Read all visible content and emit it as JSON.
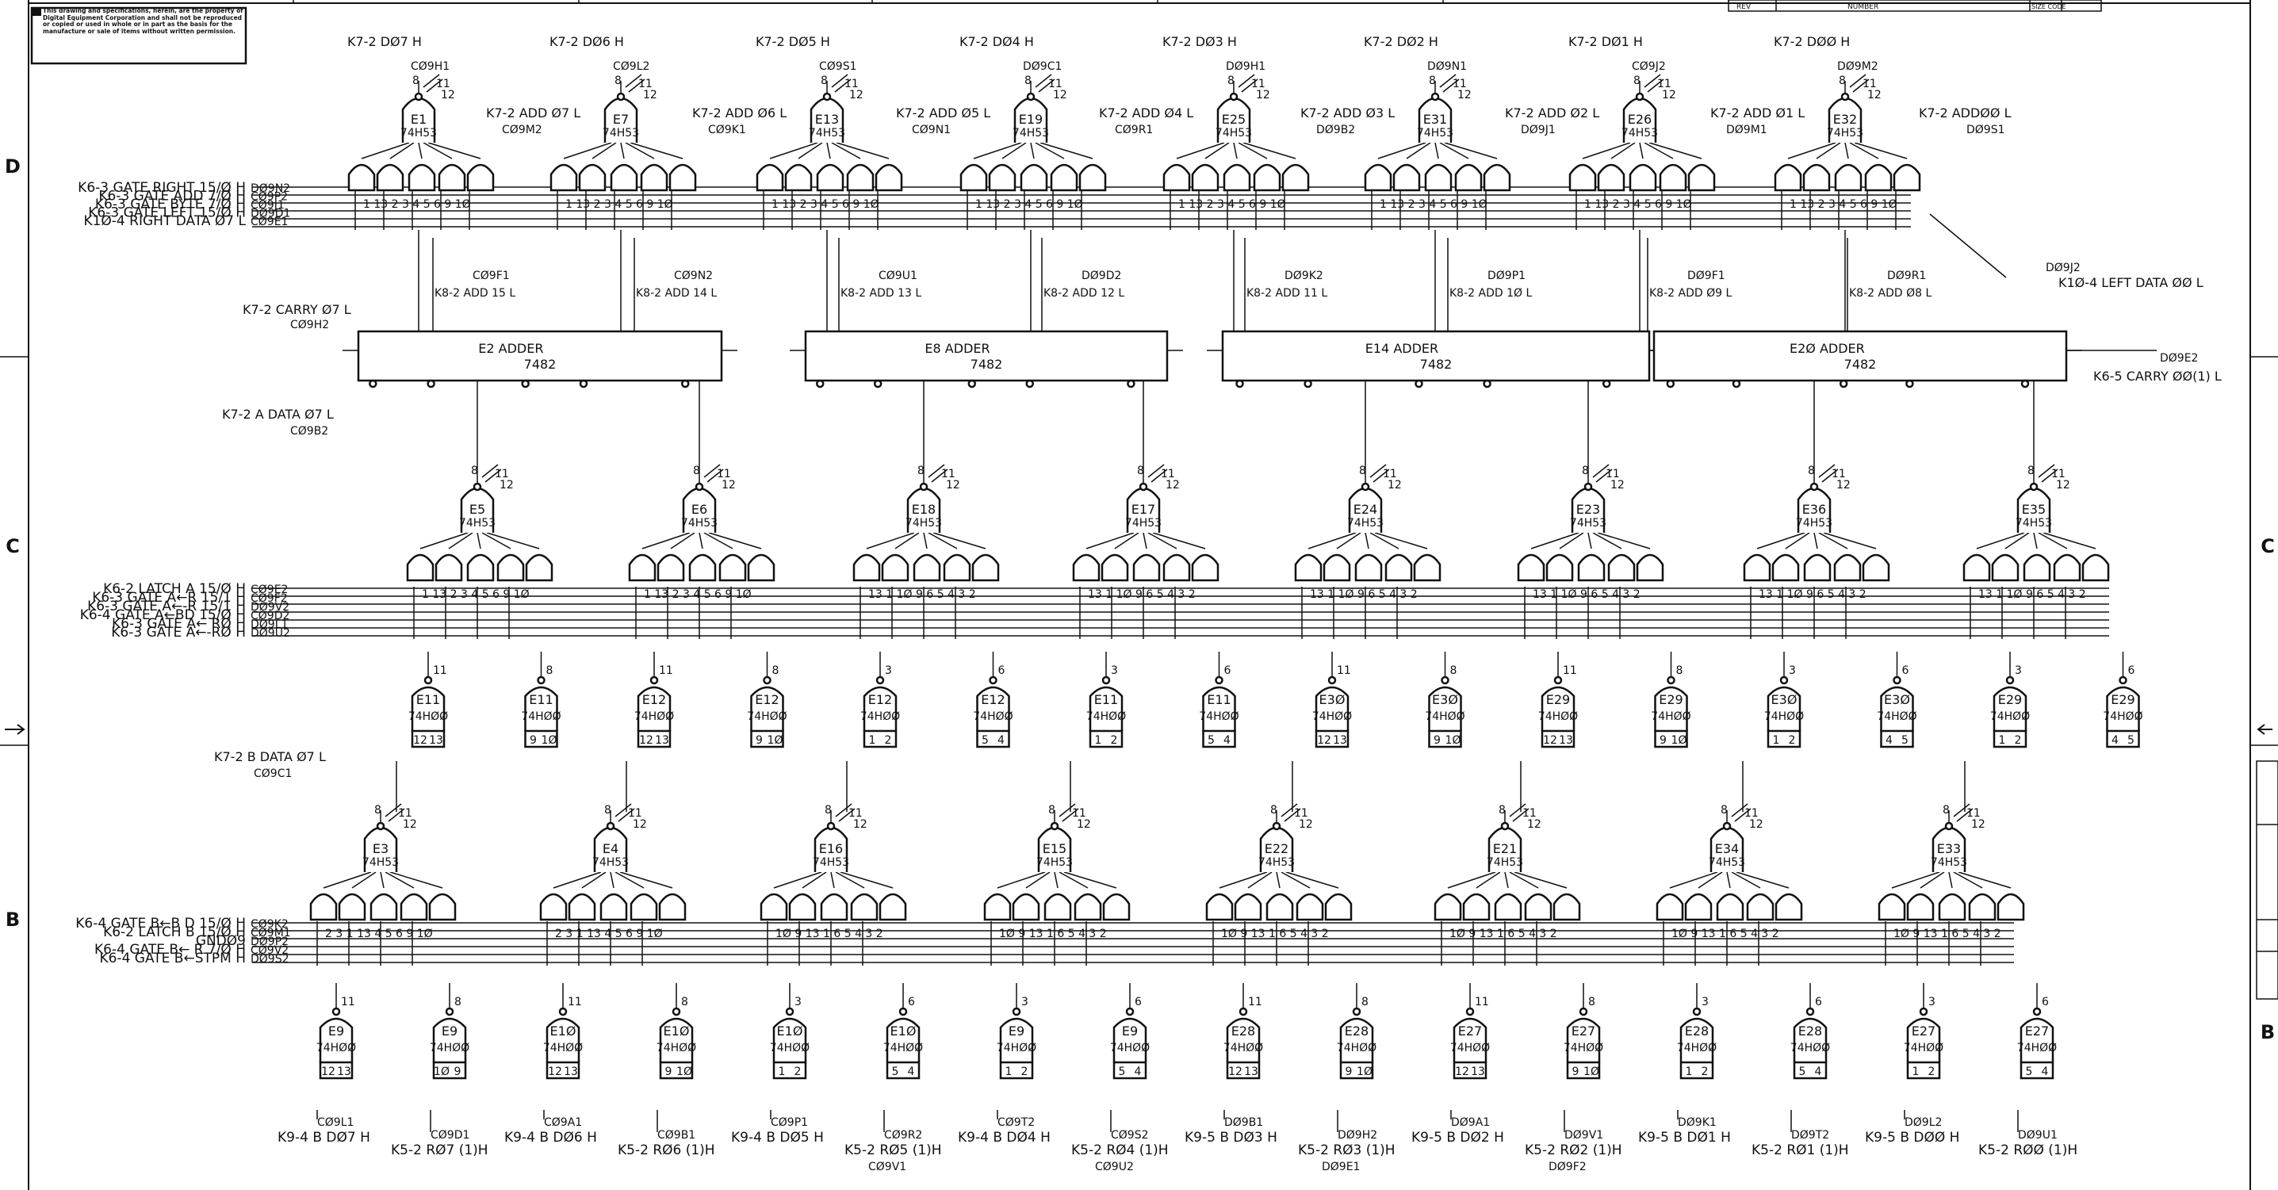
{
  "zones": {
    "d": "D",
    "c": "C",
    "b": "B"
  },
  "notice": "This drawing and specifications, herein, are the property of Digital Equipment Corporation and shall not be reproduced or copied or used in whole or in part as the basis for the manufacture or sale of items without written permission.",
  "title_block": {
    "rev": "REV",
    "number": "NUMBER",
    "size_code": "SIZE CODE"
  },
  "top_gates": [
    {
      "ref": "K7-2 DØ7 H",
      "sig": "CØ9H1",
      "name": "E1",
      "chip": "74H53",
      "add": "",
      "addsig": ""
    },
    {
      "ref": "K7-2 DØ6 H",
      "sig": "CØ9L2",
      "name": "E7",
      "chip": "74H53",
      "add": "K7-2 ADD Ø7 L",
      "addsig": "CØ9M2"
    },
    {
      "ref": "K7-2 DØ5 H",
      "sig": "CØ9S1",
      "name": "E13",
      "chip": "74H53",
      "add": "K7-2 ADD Ø6 L",
      "addsig": "CØ9K1"
    },
    {
      "ref": "K7-2 DØ4 H",
      "sig": "DØ9C1",
      "name": "E19",
      "chip": "74H53",
      "add": "K7-2 ADD Ø5 L",
      "addsig": "CØ9N1"
    },
    {
      "ref": "K7-2 DØ3 H",
      "sig": "DØ9H1",
      "name": "E25",
      "chip": "74H53",
      "add": "K7-2 ADD Ø4 L",
      "addsig": "CØ9R1"
    },
    {
      "ref": "K7-2 DØ2 H",
      "sig": "DØ9N1",
      "name": "E31",
      "chip": "74H53",
      "add": "K7-2 ADD Ø3 L",
      "addsig": "DØ9B2"
    },
    {
      "ref": "K7-2 DØ1 H",
      "sig": "CØ9J2",
      "name": "E26",
      "chip": "74H53",
      "add": "K7-2 ADD Ø2 L",
      "addsig": "DØ9J1"
    },
    {
      "ref": "K7-2 DØØ H",
      "sig": "DØ9M2",
      "name": "E32",
      "chip": "74H53",
      "add": "K7-2 ADD Ø1 L",
      "addsig": "DØ9M1"
    }
  ],
  "top_last_add": {
    "label": "K7-2 ADDØØ L",
    "sig": "DØ9S1"
  },
  "left_bus_d": [
    {
      "label": "K6-3 GATE RIGHT 15/Ø H",
      "sig": "DØ9N2"
    },
    {
      "label": "K6-3 GATE ADD 7/Ø H",
      "sig": "CØ9P2"
    },
    {
      "label": "K6-3 GATE BYTE 7/Ø H",
      "sig": "CØ9J1"
    },
    {
      "label": "K6-3 GATE LEFT 15/Ø H",
      "sig": "DØ9D1"
    },
    {
      "label": "K1Ø-4 RIGHT DATA Ø7 L",
      "sig": "CØ9E1"
    }
  ],
  "k8_adds": [
    {
      "sig": "CØ9F1",
      "label": "K8-2 ADD 15 L"
    },
    {
      "sig": "CØ9N2",
      "label": "K8-2 ADD 14 L"
    },
    {
      "sig": "CØ9U1",
      "label": "K8-2 ADD 13 L"
    },
    {
      "sig": "DØ9D2",
      "label": "K8-2 ADD 12 L"
    },
    {
      "sig": "DØ9K2",
      "label": "K8-2 ADD 11 L"
    },
    {
      "sig": "DØ9P1",
      "label": "K8-2 ADD 1Ø L"
    },
    {
      "sig": "DØ9F1",
      "label": "K8-2 ADD Ø9 L"
    },
    {
      "sig": "DØ9R1",
      "label": "K8-2 ADD Ø8 L"
    }
  ],
  "left_data_out": {
    "sig": "DØ9J2",
    "label": "K1Ø-4 LEFT DATA ØØ L"
  },
  "carry_in": {
    "label": "K7-2 CARRY Ø7 L",
    "sig": "CØ9H2"
  },
  "carry_out": {
    "sig": "DØ9E2",
    "label": "K6-5 CARRY ØØ(1) L"
  },
  "adders": [
    {
      "name": "E2",
      "title": "ADDER",
      "chip": "7482"
    },
    {
      "name": "E8",
      "title": "ADDER",
      "chip": "7482"
    },
    {
      "name": "E14",
      "title": "ADDER",
      "chip": "7482"
    },
    {
      "name": "E2Ø",
      "title": "ADDER",
      "chip": "7482"
    }
  ],
  "a_data": {
    "label": "K7-2 A DATA Ø7 L",
    "sig": "CØ9B2"
  },
  "b_data": {
    "label": "K7-2 B DATA Ø7 L",
    "sig": "CØ9C1"
  },
  "mid_gates": [
    {
      "name": "E5",
      "chip": "74H53"
    },
    {
      "name": "E6",
      "chip": "74H53"
    },
    {
      "name": "E18",
      "chip": "74H53"
    },
    {
      "name": "E17",
      "chip": "74H53"
    },
    {
      "name": "E24",
      "chip": "74H53"
    },
    {
      "name": "E23",
      "chip": "74H53"
    },
    {
      "name": "E36",
      "chip": "74H53"
    },
    {
      "name": "E35",
      "chip": "74H53"
    }
  ],
  "left_bus_c": [
    {
      "label": "K6-2 LATCH A 15/Ø H",
      "sig": "CØ9E2"
    },
    {
      "label": "K6-3 GATE A←R 15/1 H",
      "sig": "CØ9F2"
    },
    {
      "label": "K6-3 GATE A←-R 15/1 H",
      "sig": "DØ9V2"
    },
    {
      "label": "K6-4 GATE A←BD 15/Ø H",
      "sig": "CØ9D2"
    },
    {
      "label": "K6-3 GATE A← RØ H",
      "sig": "DØ9L1"
    },
    {
      "label": "K6-3 GATE A←-RØ H",
      "sig": "DØ9U2"
    }
  ],
  "nand_c": [
    {
      "name": "E11",
      "chip": "74HØØ",
      "out": "11",
      "pins": [
        "12",
        "13"
      ]
    },
    {
      "name": "E11",
      "chip": "74HØØ",
      "out": "8",
      "pins": [
        "9",
        "1Ø"
      ]
    },
    {
      "name": "E12",
      "chip": "74HØØ",
      "out": "11",
      "pins": [
        "12",
        "13"
      ]
    },
    {
      "name": "E12",
      "chip": "74HØØ",
      "out": "8",
      "pins": [
        "9",
        "1Ø"
      ]
    },
    {
      "name": "E12",
      "chip": "74HØØ",
      "out": "3",
      "pins": [
        "1",
        "2"
      ]
    },
    {
      "name": "E12",
      "chip": "74HØØ",
      "out": "6",
      "pins": [
        "5",
        "4"
      ]
    },
    {
      "name": "E11",
      "chip": "74HØØ",
      "out": "3",
      "pins": [
        "1",
        "2"
      ]
    },
    {
      "name": "E11",
      "chip": "74HØØ",
      "out": "6",
      "pins": [
        "5",
        "4"
      ]
    },
    {
      "name": "E3Ø",
      "chip": "74HØØ",
      "out": "11",
      "pins": [
        "12",
        "13"
      ]
    },
    {
      "name": "E3Ø",
      "chip": "74HØØ",
      "out": "8",
      "pins": [
        "9",
        "1Ø"
      ]
    },
    {
      "name": "E29",
      "chip": "74HØØ",
      "out": "11",
      "pins": [
        "12",
        "13"
      ]
    },
    {
      "name": "E29",
      "chip": "74HØØ",
      "out": "8",
      "pins": [
        "9",
        "1Ø"
      ]
    },
    {
      "name": "E3Ø",
      "chip": "74HØØ",
      "out": "3",
      "pins": [
        "1",
        "2"
      ]
    },
    {
      "name": "E3Ø",
      "chip": "74HØØ",
      "out": "6",
      "pins": [
        "4",
        "5"
      ]
    },
    {
      "name": "E29",
      "chip": "74HØØ",
      "out": "3",
      "pins": [
        "1",
        "2"
      ]
    },
    {
      "name": "E29",
      "chip": "74HØØ",
      "out": "6",
      "pins": [
        "4",
        "5"
      ]
    }
  ],
  "low_gates": [
    {
      "name": "E3",
      "chip": "74H53"
    },
    {
      "name": "E4",
      "chip": "74H53"
    },
    {
      "name": "E16",
      "chip": "74H53"
    },
    {
      "name": "E15",
      "chip": "74H53"
    },
    {
      "name": "E22",
      "chip": "74H53"
    },
    {
      "name": "E21",
      "chip": "74H53"
    },
    {
      "name": "E34",
      "chip": "74H53"
    },
    {
      "name": "E33",
      "chip": "74H53"
    }
  ],
  "left_bus_b": [
    {
      "label": "K6-4 GATE B←B D 15/Ø H",
      "sig": "CØ9K2"
    },
    {
      "label": "K6-2 LATCH B 15/Ø H",
      "sig": "CØ9M1"
    },
    {
      "label": "GNDØ9",
      "sig": "DØ9P2"
    },
    {
      "label": "K6-4 GATE B← R 7/Ø H",
      "sig": "CØ9V2"
    },
    {
      "label": "K6-4 GATE B←STPM H",
      "sig": "DØ9S2"
    }
  ],
  "nand_b": [
    {
      "name": "E9",
      "chip": "74HØØ",
      "out": "11",
      "pins": [
        "12",
        "13"
      ]
    },
    {
      "name": "E9",
      "chip": "74HØØ",
      "out": "8",
      "pins": [
        "1Ø",
        "9"
      ]
    },
    {
      "name": "E1Ø",
      "chip": "74HØØ",
      "out": "11",
      "pins": [
        "12",
        "13"
      ]
    },
    {
      "name": "E1Ø",
      "chip": "74HØØ",
      "out": "8",
      "pins": [
        "9",
        "1Ø"
      ]
    },
    {
      "name": "E1Ø",
      "chip": "74HØØ",
      "out": "3",
      "pins": [
        "1",
        "2"
      ]
    },
    {
      "name": "E1Ø",
      "chip": "74HØØ",
      "out": "6",
      "pins": [
        "5",
        "4"
      ]
    },
    {
      "name": "E9",
      "chip": "74HØØ",
      "out": "3",
      "pins": [
        "1",
        "2"
      ]
    },
    {
      "name": "E9",
      "chip": "74HØØ",
      "out": "6",
      "pins": [
        "5",
        "4"
      ]
    },
    {
      "name": "E28",
      "chip": "74HØØ",
      "out": "11",
      "pins": [
        "12",
        "13"
      ]
    },
    {
      "name": "E28",
      "chip": "74HØØ",
      "out": "8",
      "pins": [
        "9",
        "1Ø"
      ]
    },
    {
      "name": "E27",
      "chip": "74HØØ",
      "out": "11",
      "pins": [
        "12",
        "13"
      ]
    },
    {
      "name": "E27",
      "chip": "74HØØ",
      "out": "8",
      "pins": [
        "9",
        "1Ø"
      ]
    },
    {
      "name": "E28",
      "chip": "74HØØ",
      "out": "3",
      "pins": [
        "1",
        "2"
      ]
    },
    {
      "name": "E28",
      "chip": "74HØØ",
      "out": "6",
      "pins": [
        "5",
        "4"
      ]
    },
    {
      "name": "E27",
      "chip": "74HØØ",
      "out": "3",
      "pins": [
        "1",
        "2"
      ]
    },
    {
      "name": "E27",
      "chip": "74HØØ",
      "out": "6",
      "pins": [
        "5",
        "4"
      ]
    }
  ],
  "bottom": [
    {
      "sig": "CØ9L1",
      "label": "K9-4 B DØ7 H",
      "sig2": ""
    },
    {
      "sig": "CØ9D1",
      "label": "K5-2 RØ7 (1)H",
      "sig2": ""
    },
    {
      "sig": "CØ9A1",
      "label": "K9-4 B DØ6 H",
      "sig2": ""
    },
    {
      "sig": "CØ9B1",
      "label": "K5-2 RØ6 (1)H",
      "sig2": ""
    },
    {
      "sig": "CØ9P1",
      "label": "K9-4 B DØ5 H",
      "sig2": ""
    },
    {
      "sig": "CØ9R2",
      "label": "K5-2 RØ5 (1)H",
      "sig2": "CØ9V1"
    },
    {
      "sig": "CØ9T2",
      "label": "K9-4 B DØ4 H",
      "sig2": ""
    },
    {
      "sig": "CØ9S2",
      "label": "K5-2 RØ4 (1)H",
      "sig2": "CØ9U2"
    },
    {
      "sig": "DØ9B1",
      "label": "K9-5 B DØ3 H",
      "sig2": ""
    },
    {
      "sig": "DØ9H2",
      "label": "K5-2 RØ3 (1)H",
      "sig2": "DØ9E1"
    },
    {
      "sig": "DØ9A1",
      "label": "K9-5 B DØ2 H",
      "sig2": ""
    },
    {
      "sig": "DØ9V1",
      "label": "K5-2 RØ2 (1)H",
      "sig2": "DØ9F2"
    },
    {
      "sig": "DØ9K1",
      "label": "K9-5 B DØ1 H",
      "sig2": ""
    },
    {
      "sig": "DØ9T2",
      "label": "K5-2 RØ1 (1)H",
      "sig2": ""
    },
    {
      "sig": "DØ9L2",
      "label": "K9-5 B DØØ H",
      "sig2": ""
    },
    {
      "sig": "DØ9U1",
      "label": "K5-2 RØØ (1)H",
      "sig2": ""
    }
  ]
}
